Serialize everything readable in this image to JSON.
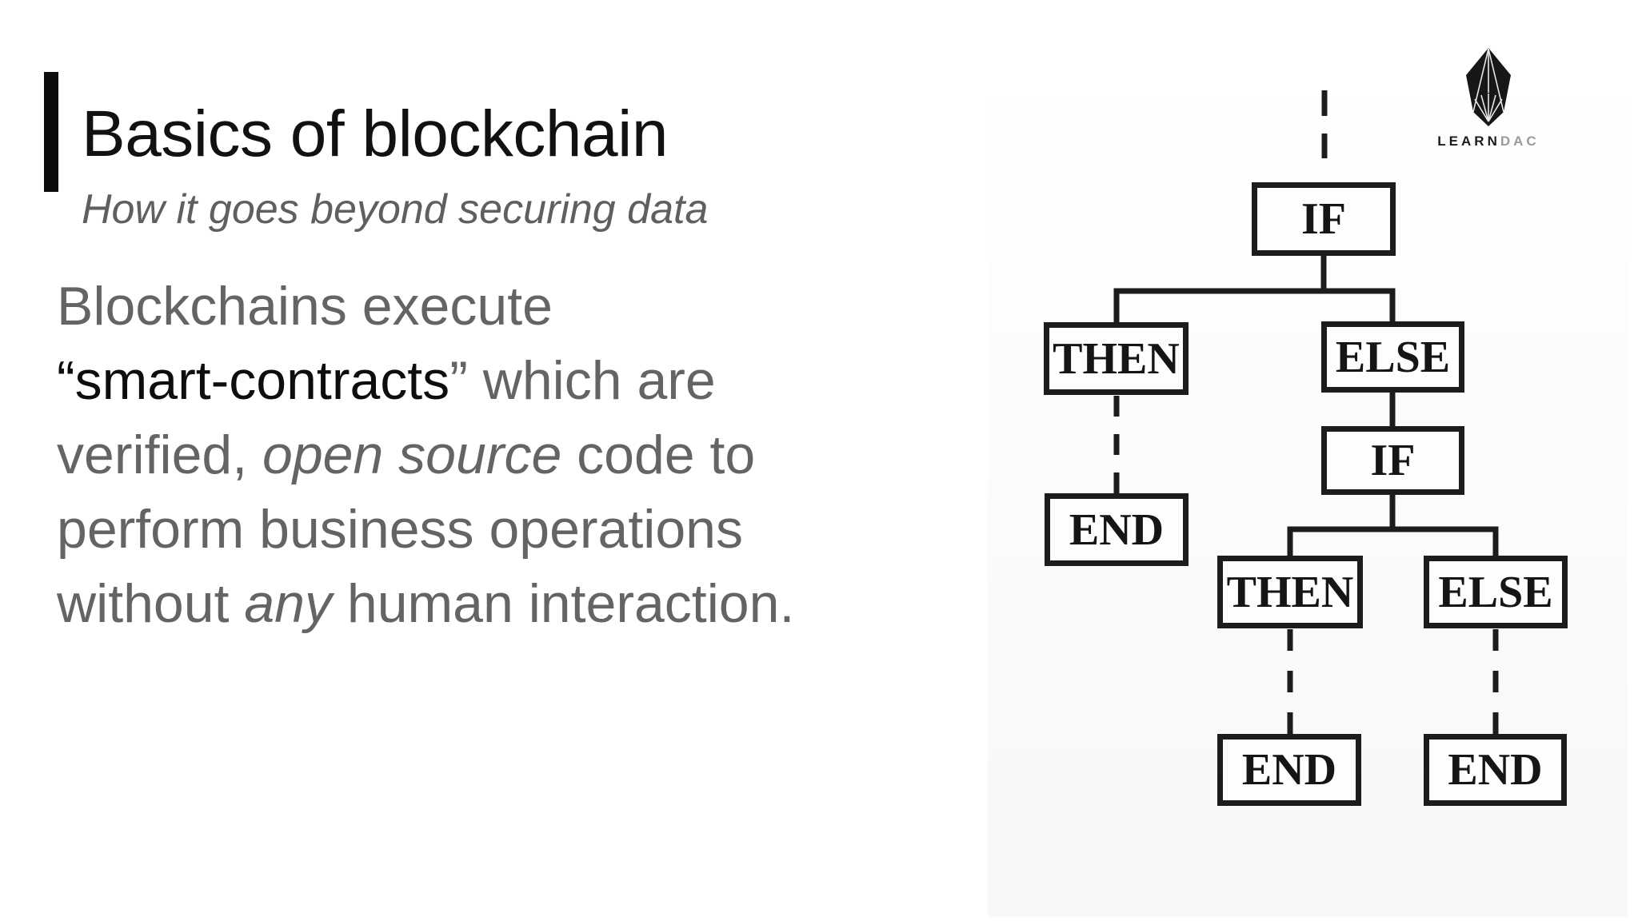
{
  "slide": {
    "title": "Basics of blockchain",
    "subtitle": "How it goes beyond securing data",
    "accent_color": "#0d0d0d",
    "background_color": "#ffffff"
  },
  "body": {
    "text_color": "#646464",
    "highlight_color": "#0d0d0d",
    "lines": [
      {
        "segments": [
          {
            "text": "Blockchains execute"
          }
        ]
      },
      {
        "segments": [
          {
            "text": "“smart-contracts"
          },
          {
            "text": "” which are"
          }
        ]
      },
      {
        "segments": [
          {
            "text": "verified, "
          },
          {
            "text": "open source"
          },
          {
            "text": " code to"
          }
        ]
      },
      {
        "segments": [
          {
            "text": "perform business operations"
          }
        ]
      },
      {
        "segments": [
          {
            "text": "without "
          },
          {
            "text": "any"
          },
          {
            "text": " human interaction."
          }
        ]
      }
    ]
  },
  "logo": {
    "brand_bold": "LEARN",
    "brand_light": "DAC",
    "mark": "eos-prism-logo"
  },
  "flowchart": {
    "line_color": "#1c1c1c",
    "box_border_color": "#1c1c1c",
    "boxes": [
      {
        "id": "if-1",
        "label": "IF"
      },
      {
        "id": "then-1",
        "label": "THEN"
      },
      {
        "id": "else-1",
        "label": "ELSE"
      },
      {
        "id": "end-1",
        "label": "END"
      },
      {
        "id": "if-2",
        "label": "IF"
      },
      {
        "id": "then-2",
        "label": "THEN"
      },
      {
        "id": "else-2",
        "label": "ELSE"
      },
      {
        "id": "end-2",
        "label": "END"
      },
      {
        "id": "end-3",
        "label": "END"
      }
    ]
  }
}
